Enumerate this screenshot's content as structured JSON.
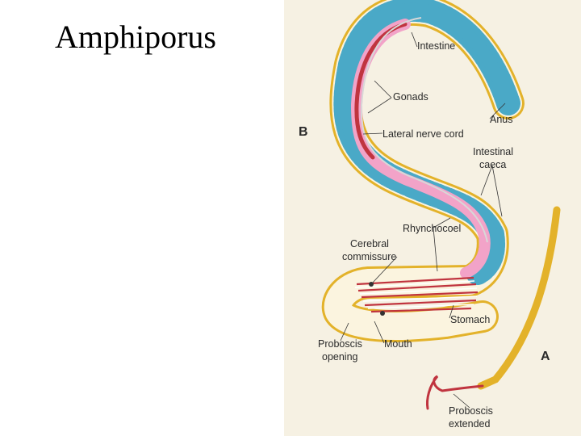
{
  "slide": {
    "title": "Amphiporus"
  },
  "figure": {
    "panel_labels": {
      "a": "A",
      "b": "B"
    },
    "labels": {
      "intestine": "Intestine",
      "gonads": "Gonads",
      "anus": "Anus",
      "lateral_nerve_cord": "Lateral nerve cord",
      "intestinal_caeca_1": "Intestinal",
      "intestinal_caeca_2": "caeca",
      "rhynchocoel": "Rhynchocoel",
      "cerebral_commissure_1": "Cerebral",
      "cerebral_commissure_2": "commissure",
      "stomach": "Stomach",
      "proboscis_opening_1": "Proboscis",
      "proboscis_opening_2": "opening",
      "mouth": "Mouth",
      "proboscis_extended_1": "Proboscis",
      "proboscis_extended_2": "extended"
    },
    "colors": {
      "background": "#f6f1e3",
      "body_wall": "#e3b22a",
      "intestine": "#4aa9c7",
      "rhynchocoel": "#f2a3c8",
      "gonads": "#c0343f",
      "nerve": "#d8d8d8"
    }
  }
}
